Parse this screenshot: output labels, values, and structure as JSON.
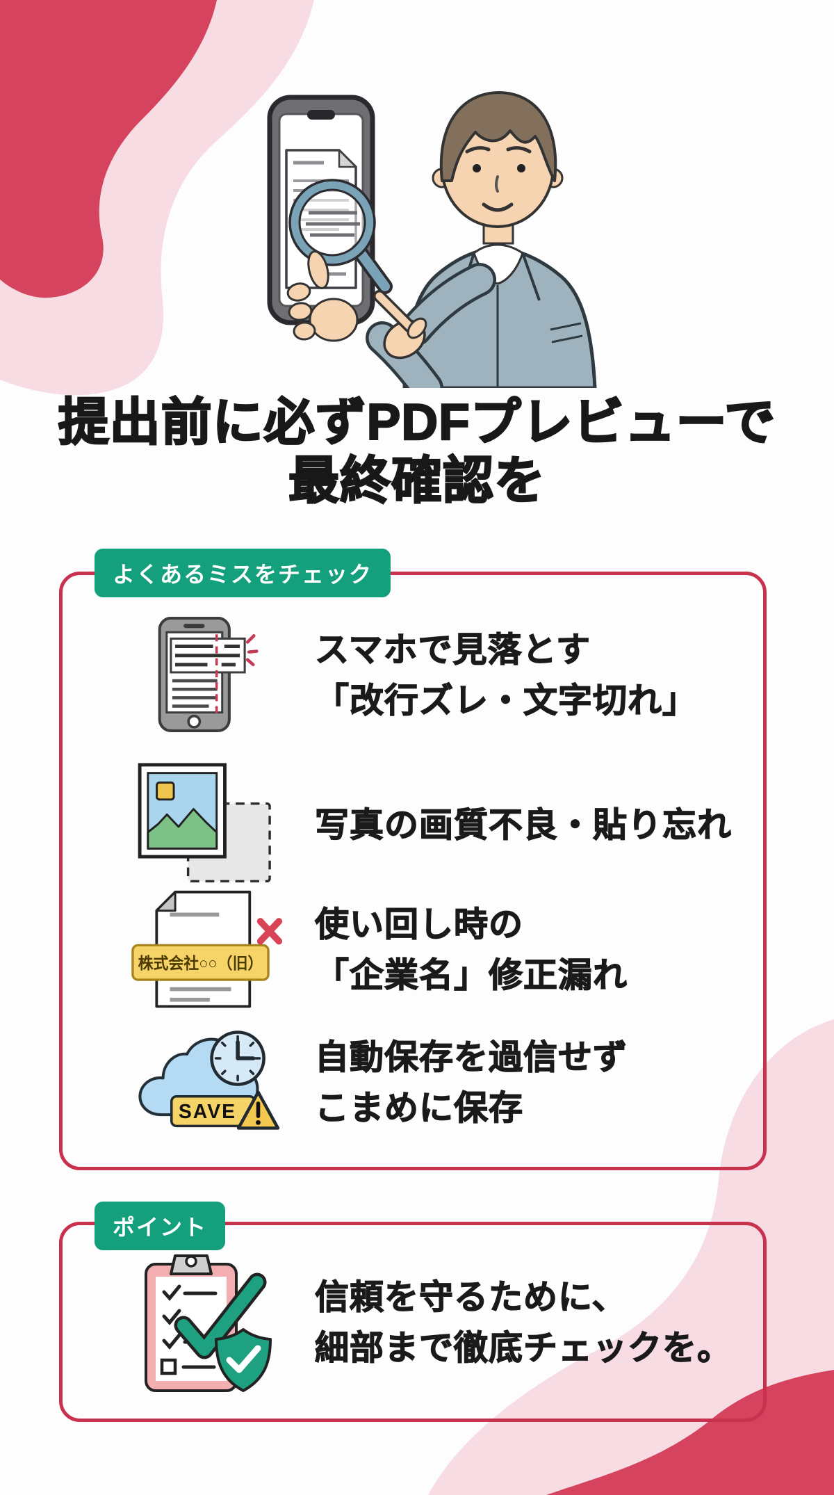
{
  "title": {
    "line1": "提出前に必ずPDFプレビューで",
    "line2": "最終確認を"
  },
  "check_section": {
    "badge": "よくあるミスをチェック",
    "items": [
      {
        "icon": "smartphone-text-overflow-icon",
        "lines": [
          "スマホで見落とす",
          "「改行ズレ・文字切れ」"
        ]
      },
      {
        "icon": "photo-quality-placeholder-icon",
        "lines": [
          "写真の画質不良・貼り忘れ"
        ]
      },
      {
        "icon": "document-old-company-name-icon",
        "label_text": "株式会社○○（旧）",
        "lines": [
          "使い回し時の",
          "「企業名」修正漏れ"
        ]
      },
      {
        "icon": "cloud-clock-save-warning-icon",
        "label_text": "SAVE",
        "lines": [
          "自動保存を過信せず",
          "こまめに保存"
        ]
      }
    ]
  },
  "point_section": {
    "badge": "ポイント",
    "item": {
      "icon": "checklist-clipboard-shield-icon",
      "lines": [
        "信頼を守るために、",
        "細部まで徹底チェックを。"
      ]
    }
  },
  "illustration": {
    "description_icons": [
      "person-illustration",
      "smartphone-illustration",
      "document-on-screen",
      "magnifier-icon",
      "pointing-hand-icon"
    ]
  },
  "colors": {
    "accent_border_red": "#c8324f",
    "blob_red": "#d6435e",
    "blob_pink": "#f7dce4",
    "badge_green": "#14a07c",
    "text_dark": "#1a1a1a",
    "label_yellow": "#f5d366",
    "cloud_blue": "#b5daf3",
    "jacket_blue_gray": "#9fb3be"
  }
}
